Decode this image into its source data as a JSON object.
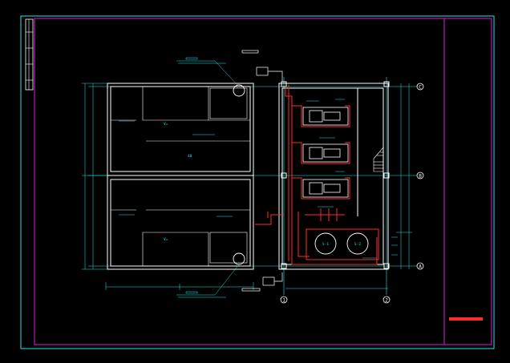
{
  "viewer": {
    "background": "#000000"
  },
  "colors": {
    "frame_outer": "#22e6e6",
    "frame_inner": "#d81fd8",
    "structure": "#ffffff",
    "grid_line": "#22e6e6",
    "dimension": "#22e6e6",
    "pipe": "#ff2a2a",
    "equipment": "#ffffff",
    "text": "#22e6e6",
    "title_bar": "#ff2a2a"
  },
  "grid_axes": {
    "columns": [
      {
        "label": "1"
      },
      {
        "label": "2"
      }
    ],
    "rows": [
      {
        "label": "C"
      },
      {
        "label": "B"
      },
      {
        "label": "A"
      }
    ]
  },
  "tanks": {
    "upper_volume_label": "V=",
    "lower_volume_label": "V="
  },
  "pump_room": {
    "vessel_left_label": "S-1",
    "vessel_right_label": "S-2"
  },
  "dimension": {
    "center_span_label": "40"
  },
  "icons": {
    "tank_manhole": "circle-icon",
    "stair": "stair-icon",
    "north_panel": "title-bar-icon"
  }
}
